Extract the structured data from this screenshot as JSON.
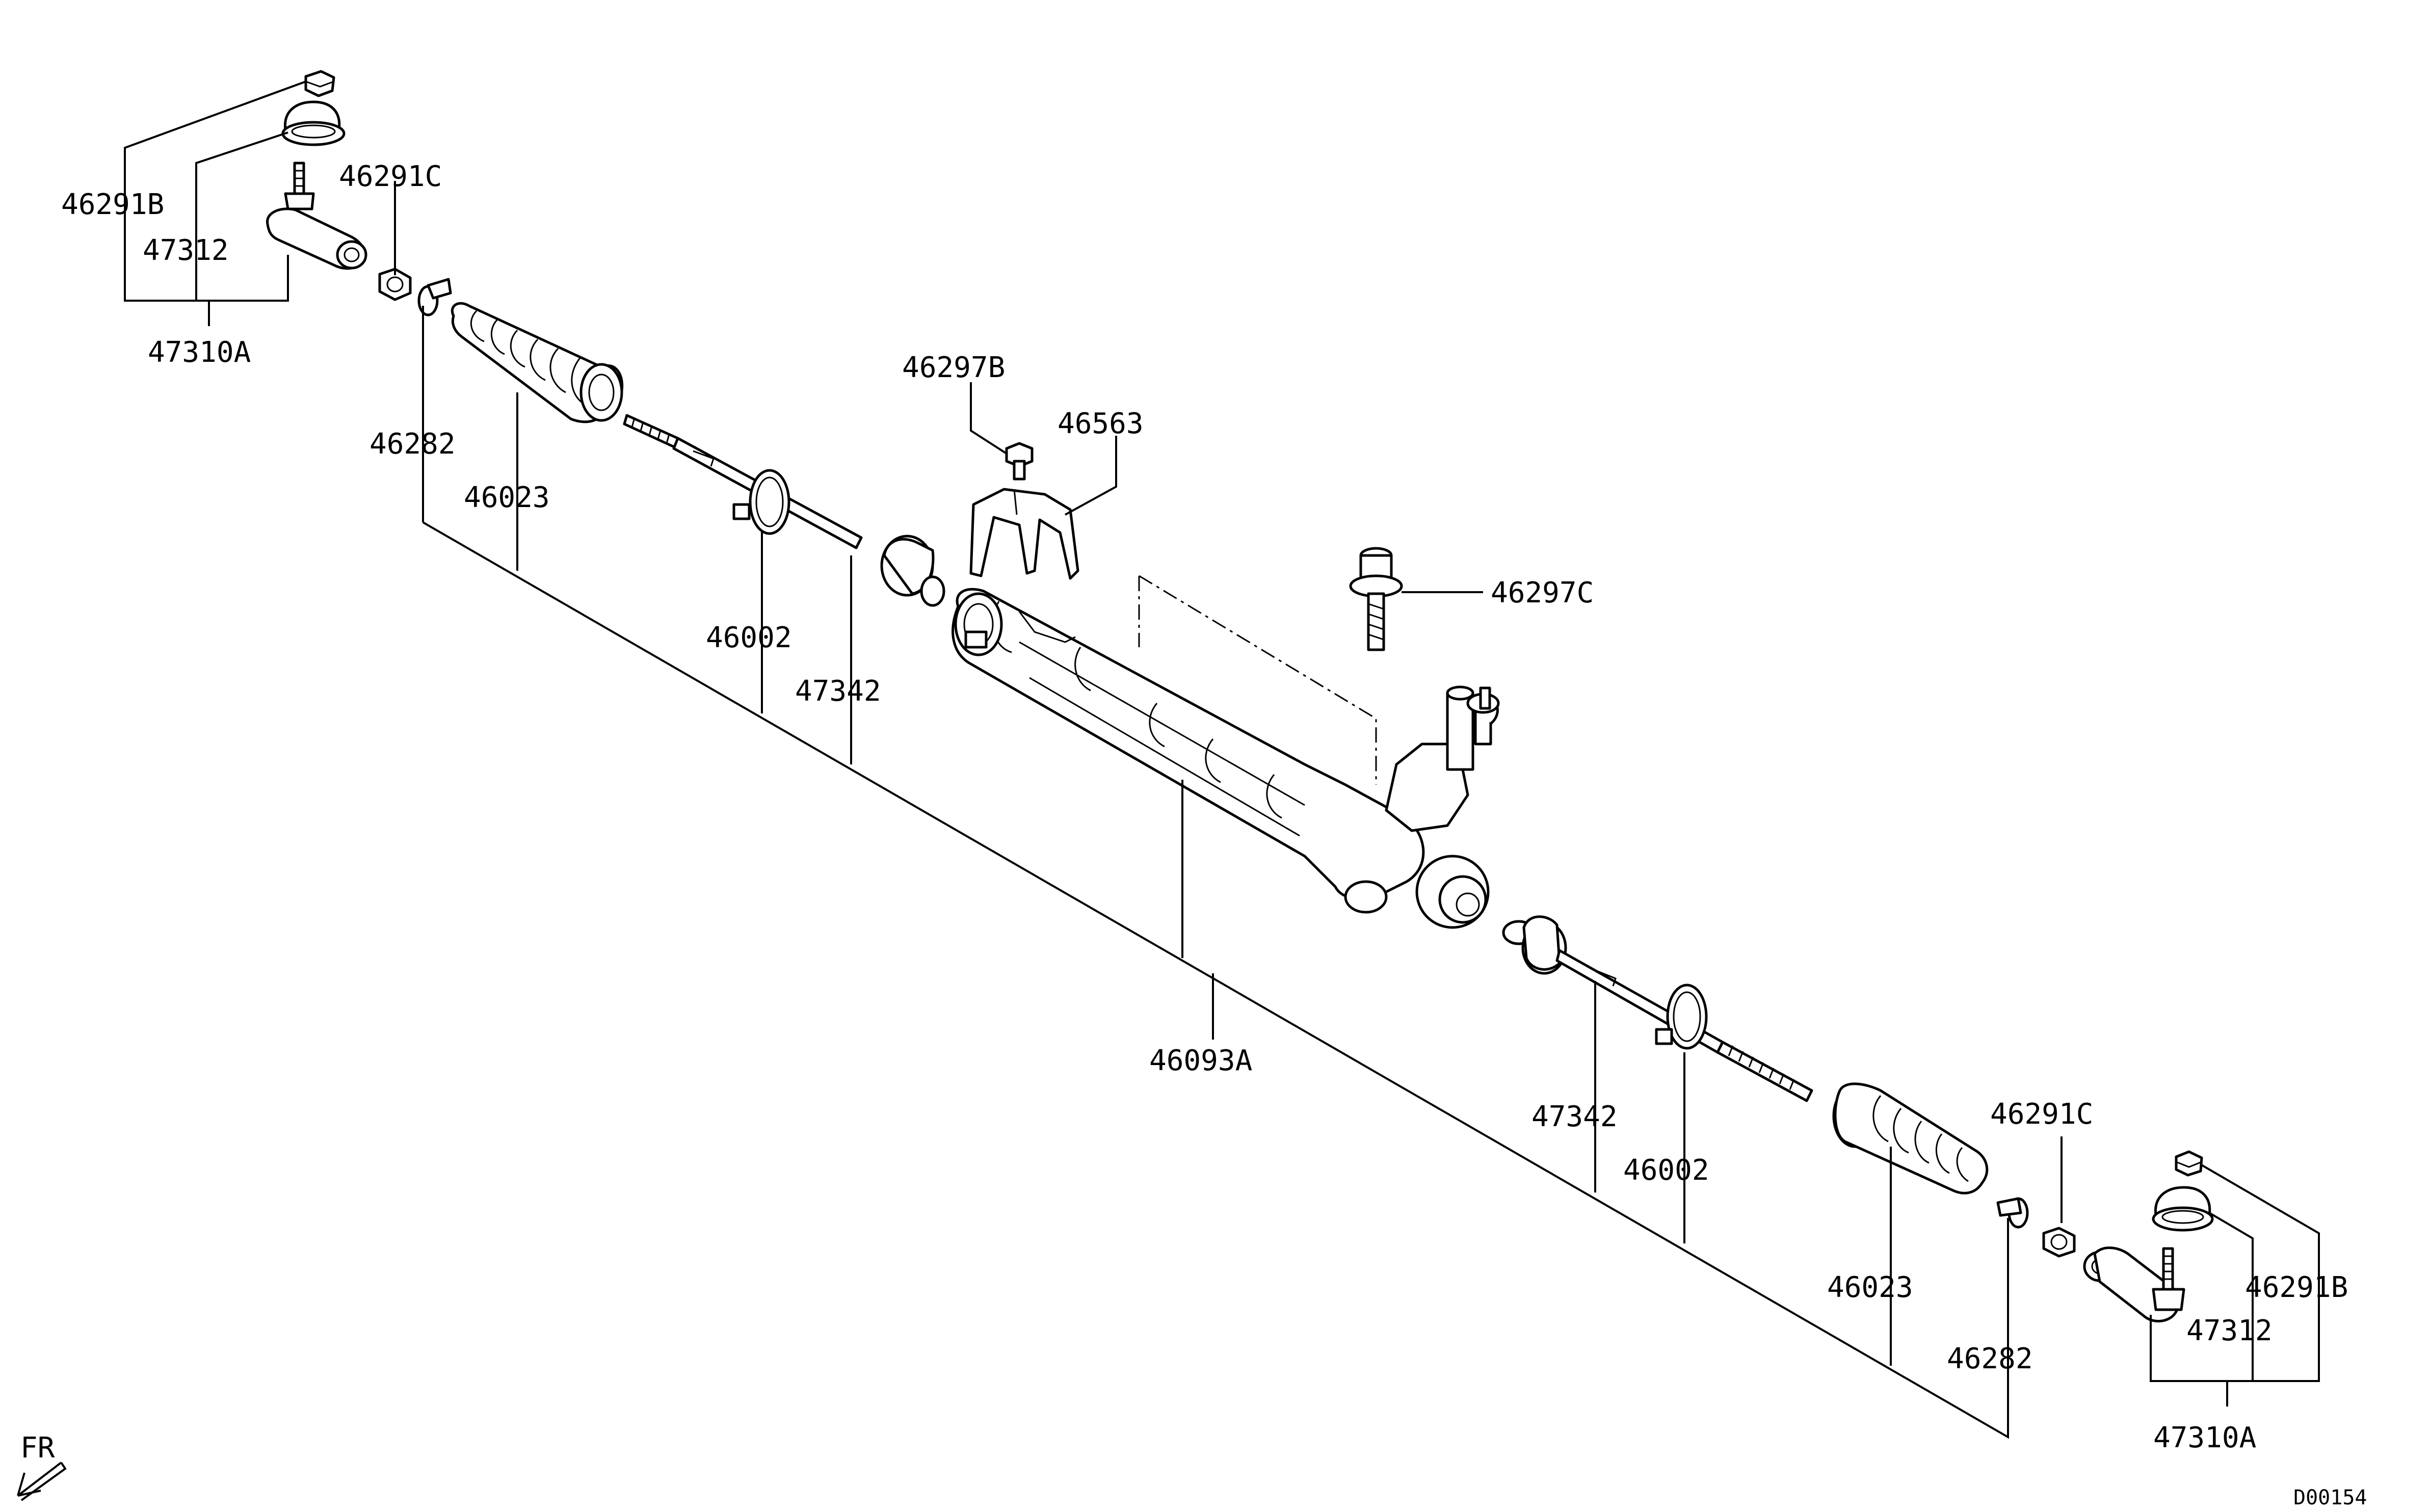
{
  "labels": {
    "l_46291B_left": "46291B",
    "l_47312_left": "47312",
    "l_47310A_left": "47310A",
    "l_46291C_left": "46291C",
    "l_46282_left": "46282",
    "l_46023_left": "46023",
    "l_46002_left": "46002",
    "l_47342_left": "47342",
    "l_46297B": "46297B",
    "l_46563": "46563",
    "l_46297C": "46297C",
    "l_46093A": "46093A",
    "l_47342_right": "47342",
    "l_46002_right": "46002",
    "l_46023_right": "46023",
    "l_46291C_right": "46291C",
    "l_46282_right": "46282",
    "l_46291B_right": "46291B",
    "l_47312_right": "47312",
    "l_47310A_right": "47310A"
  },
  "direction": {
    "text": "FR"
  },
  "diagram_code": "D00154"
}
